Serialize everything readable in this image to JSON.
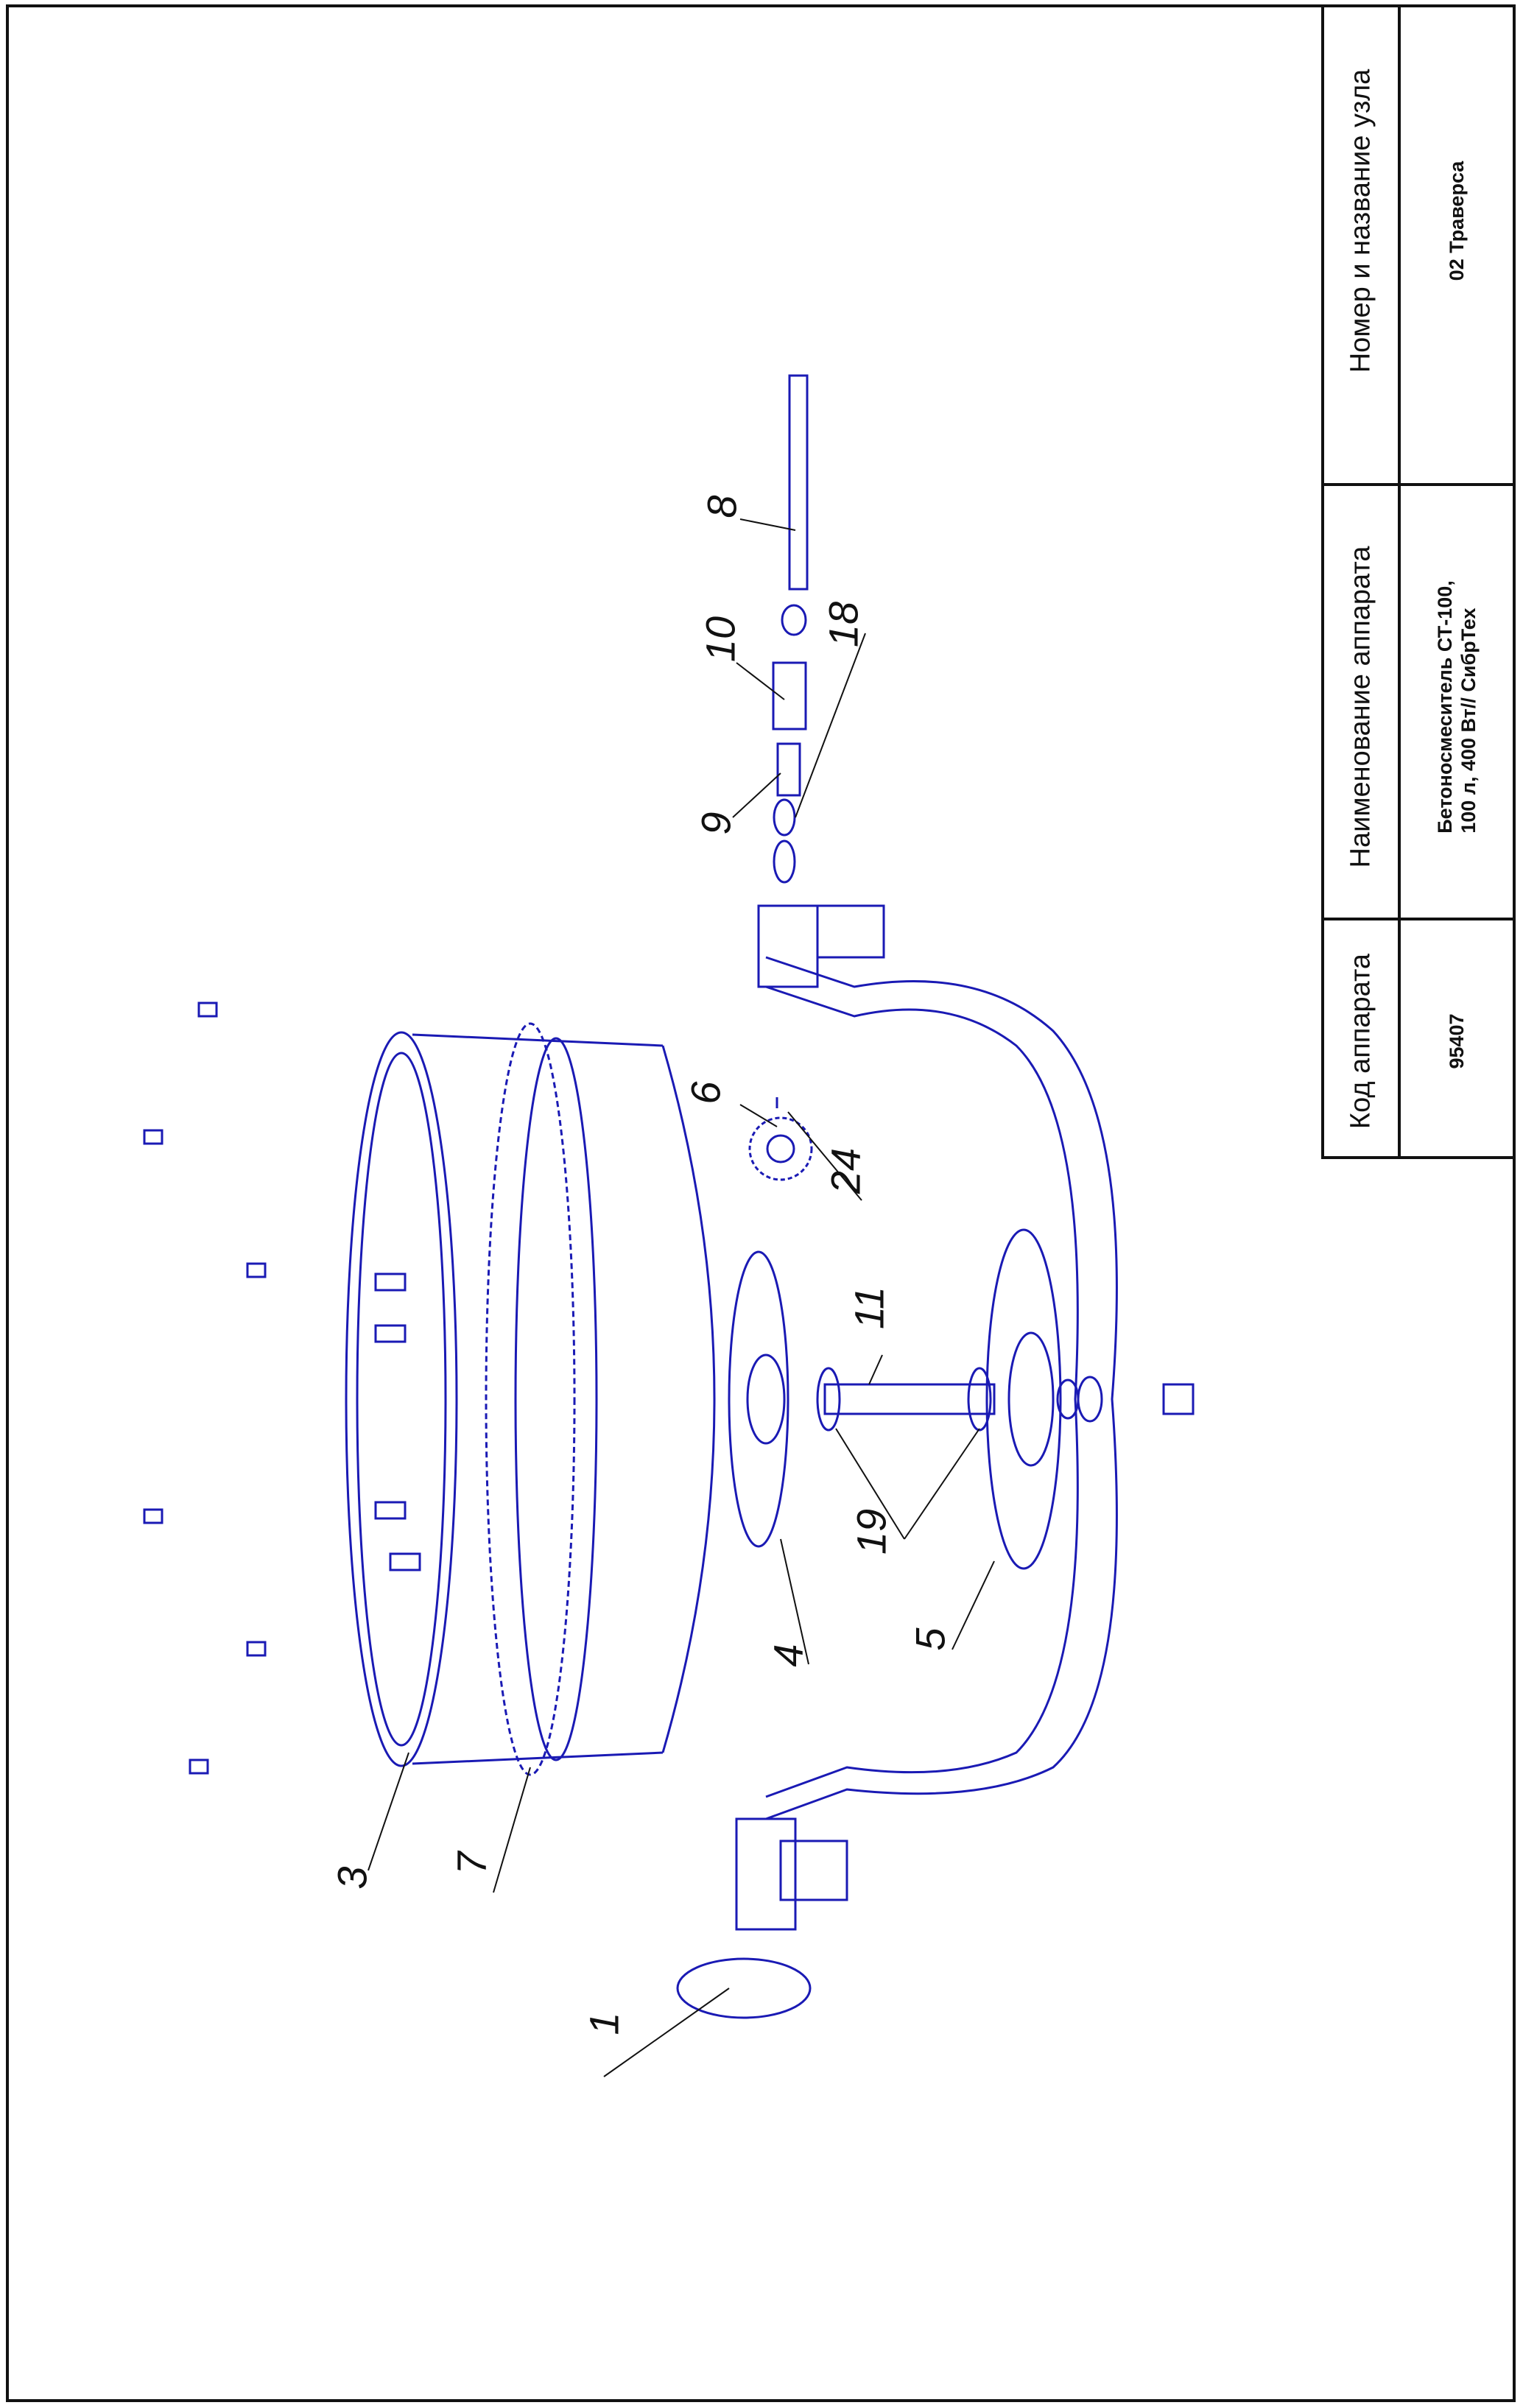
{
  "title_block": {
    "header_code": "Код аппарата",
    "header_name": "Наименование аппарата",
    "header_node": "Номер и название узла",
    "code": "95407",
    "name_line1": "Бетоносмеситель СТ-100,",
    "name_line2": "100 л, 400 Вт// СибрТех",
    "node": "02 Траверса"
  },
  "callouts": [
    "1",
    "3",
    "7",
    "4",
    "5",
    "19",
    "11",
    "24",
    "6",
    "9",
    "18",
    "10",
    "8"
  ],
  "colors": {
    "line": "#1a1ab4",
    "frame": "#111111"
  }
}
